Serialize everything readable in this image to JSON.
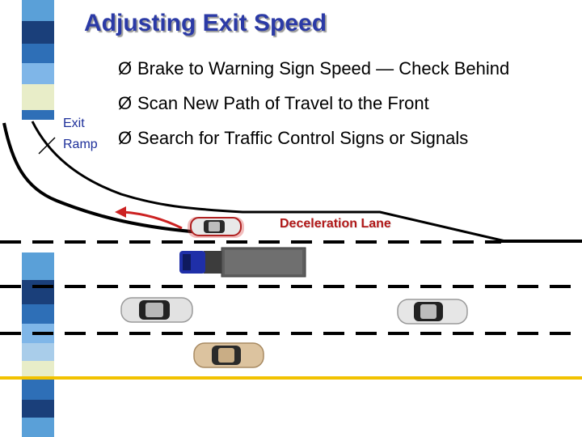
{
  "slide": {
    "title": "Adjusting Exit Speed",
    "bullets": [
      {
        "arrow": "Ø",
        "text": "Brake to Warning Sign Speed — Check Behind"
      },
      {
        "arrow": "Ø",
        "text": "Scan New Path of Travel to the Front"
      },
      {
        "arrow": "Ø",
        "text": "Search for Traffic Control Signs or Signals"
      }
    ]
  },
  "diagram": {
    "ramp_label_line1": "Exit",
    "ramp_label_line2": "Ramp",
    "deceleration_label": "Deceleration Lane"
  },
  "colors": {
    "title": "#2b3aa6",
    "ramp_label": "#1d2f9a",
    "decel_label": "#b01818",
    "path_arrow": "#cc2222",
    "center_line": "#f2c200",
    "strip_blues": [
      "#2e6fb7",
      "#1a3f7a",
      "#7fb6e8",
      "#e8edc8",
      "#5aa0d8"
    ]
  }
}
